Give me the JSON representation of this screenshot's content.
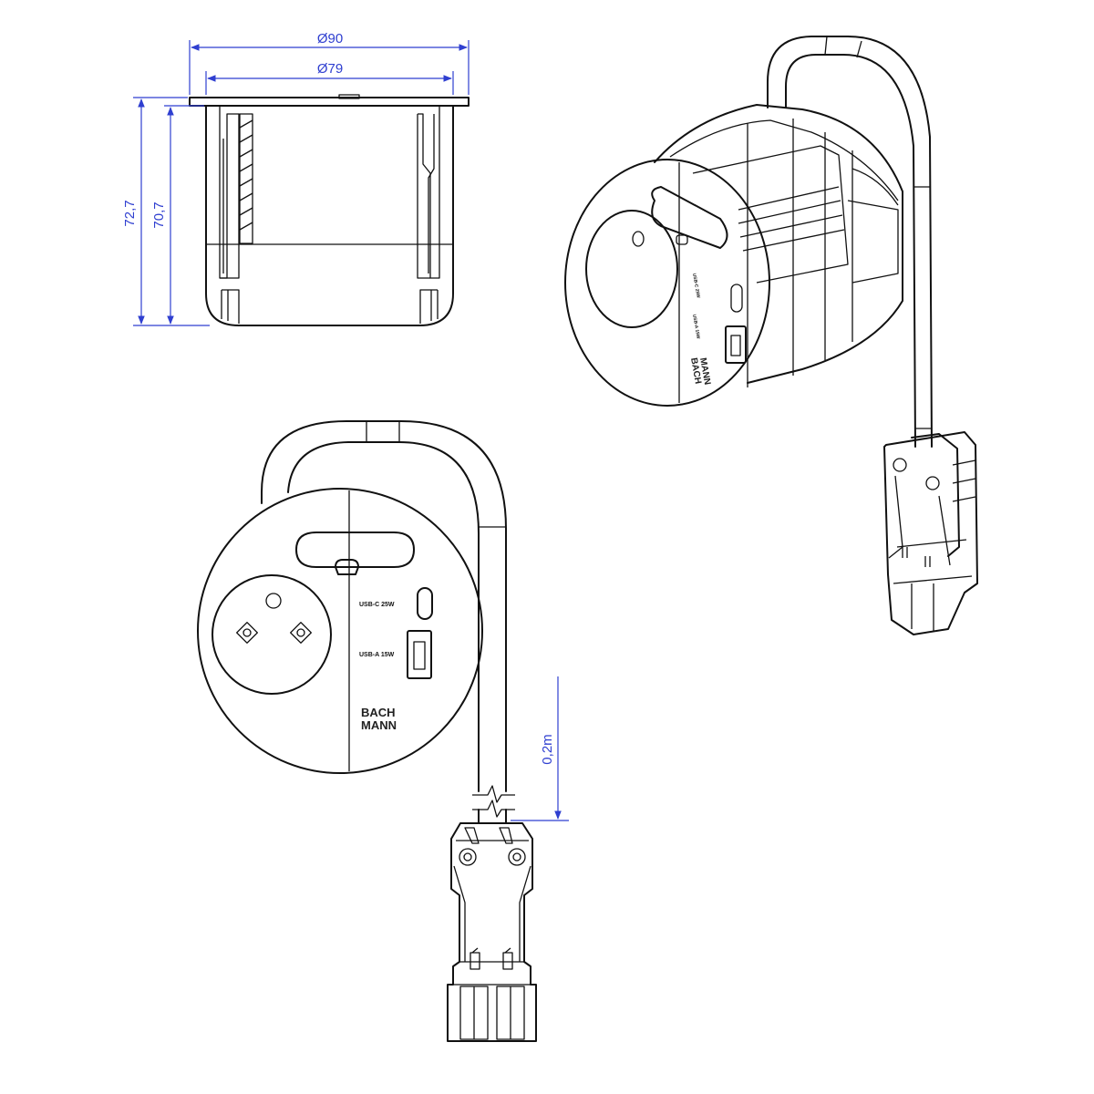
{
  "dimensions": {
    "outer_diameter": "Ø90",
    "inner_diameter": "Ø79",
    "total_height": "72,7",
    "body_height": "70,7",
    "cable_length": "0,2m"
  },
  "panel_labels": {
    "usb_c": "USB-C 25W",
    "usb_a": "USB-A 15W"
  },
  "logo": {
    "line1": "BACH",
    "line2": "MANN"
  },
  "colors": {
    "outline": "#111111",
    "dimension": "#2f3fd0",
    "background": "#ffffff"
  }
}
